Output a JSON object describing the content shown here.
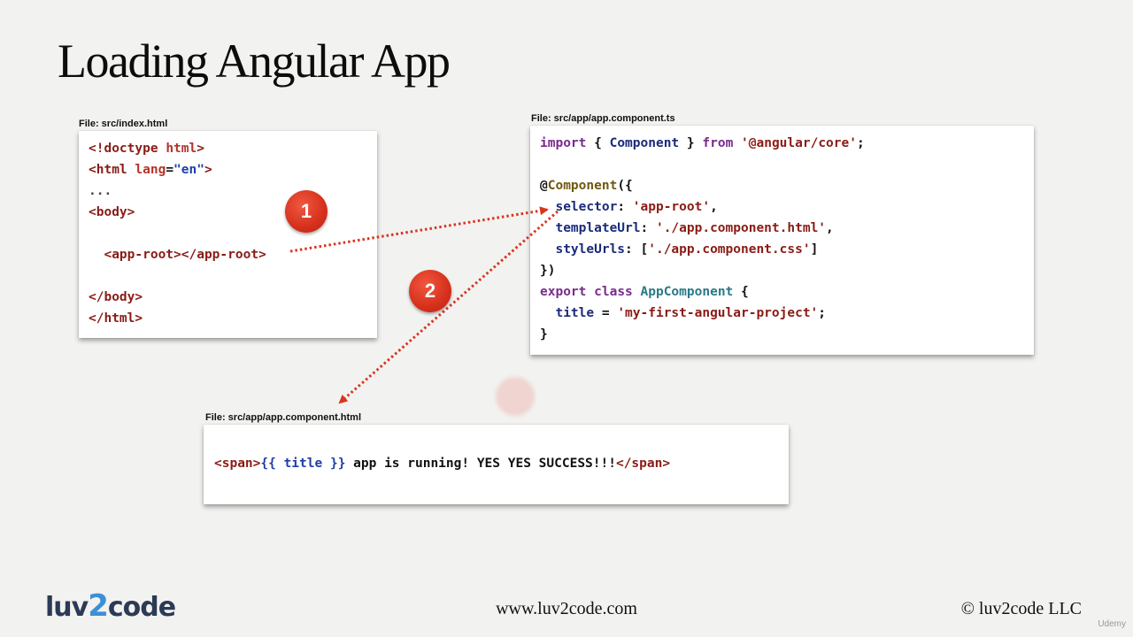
{
  "slide": {
    "title": "Loading Angular App"
  },
  "index_html": {
    "label": "File: src/index.html",
    "lines": [
      [
        [
          "<!doctype ",
          "red"
        ],
        [
          "html",
          "pink"
        ],
        [
          ">",
          "red"
        ]
      ],
      [
        [
          "<html ",
          "red"
        ],
        [
          "lang",
          "pink"
        ],
        [
          "=",
          "black"
        ],
        [
          "\"en\"",
          "blue"
        ],
        [
          ">",
          "red"
        ]
      ],
      [
        [
          "...",
          "gray"
        ]
      ],
      [
        [
          "<body>",
          "red"
        ]
      ],
      [],
      [
        [
          "  <app-root></app-root>",
          "red"
        ]
      ],
      [],
      [
        [
          "</body>",
          "red"
        ]
      ],
      [
        [
          "</html>",
          "red"
        ]
      ]
    ]
  },
  "component_ts": {
    "label": "File: src/app/app.component.ts",
    "lines": [
      [
        [
          "import",
          "purple"
        ],
        [
          " { ",
          "black"
        ],
        [
          "Component",
          "navy"
        ],
        [
          " } ",
          "black"
        ],
        [
          "from",
          "purple"
        ],
        [
          " ",
          "black"
        ],
        [
          "'@angular/core'",
          "str"
        ],
        [
          ";",
          "black"
        ]
      ],
      [],
      [
        [
          "@",
          "black"
        ],
        [
          "Component",
          "olive"
        ],
        [
          "({",
          "black"
        ]
      ],
      [
        [
          "  selector",
          "navy"
        ],
        [
          ": ",
          "black"
        ],
        [
          "'app-root'",
          "str"
        ],
        [
          ",",
          "black"
        ]
      ],
      [
        [
          "  templateUrl",
          "navy"
        ],
        [
          ": ",
          "black"
        ],
        [
          "'./app.component.html'",
          "str"
        ],
        [
          ",",
          "black"
        ]
      ],
      [
        [
          "  styleUrls",
          "navy"
        ],
        [
          ": [",
          "black"
        ],
        [
          "'./app.component.css'",
          "str"
        ],
        [
          "]",
          "black"
        ]
      ],
      [
        [
          "})",
          "black"
        ]
      ],
      [
        [
          "export",
          "purple"
        ],
        [
          " ",
          "black"
        ],
        [
          "class",
          "purple"
        ],
        [
          " ",
          "black"
        ],
        [
          "AppComponent",
          "teal"
        ],
        [
          " {",
          "black"
        ]
      ],
      [
        [
          "  title",
          "navy"
        ],
        [
          " = ",
          "black"
        ],
        [
          "'my-first-angular-project'",
          "str"
        ],
        [
          ";",
          "black"
        ]
      ],
      [
        [
          "}",
          "black"
        ]
      ]
    ]
  },
  "component_html": {
    "label": "File: src/app/app.component.html",
    "lines": [
      [
        [
          "<span>",
          "red"
        ],
        [
          "{{ title }}",
          "blue"
        ],
        [
          " app is running! YES YES SUCCESS!!!",
          "black"
        ],
        [
          "</span>",
          "red"
        ]
      ]
    ]
  },
  "badges": {
    "one": "1",
    "two": "2"
  },
  "footer": {
    "logo_left": "luv",
    "logo_two": "2",
    "logo_right": "code",
    "url": "www.luv2code.com",
    "copyright": "© luv2code LLC",
    "watermark": "Udemy"
  },
  "colors": {
    "arrow": "#d8351f",
    "badge": "#d6301c",
    "tag_red": "#8a1c16",
    "string_blue": "#1f3fa8",
    "keyword_purple": "#7a2b8c"
  }
}
